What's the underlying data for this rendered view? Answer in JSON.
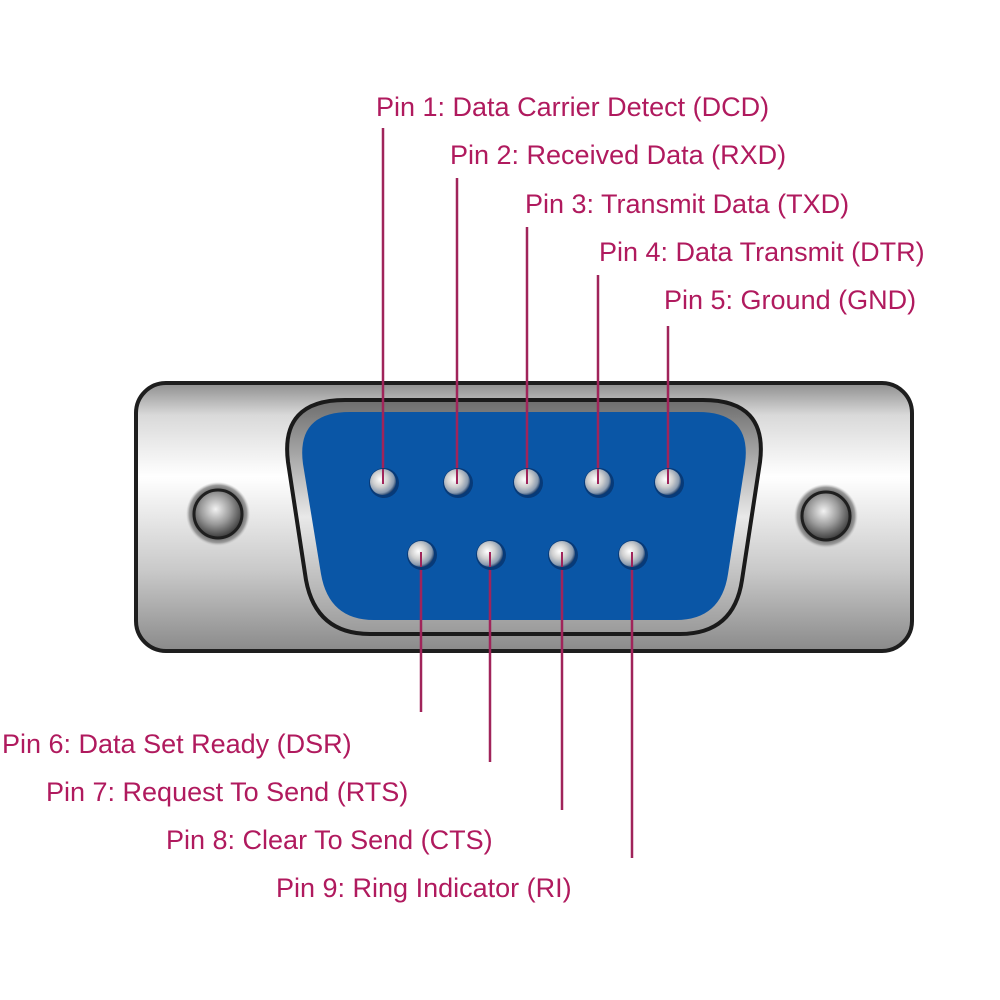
{
  "title": "DB9 Serial Connector Pinout",
  "colors": {
    "label": "#b01a5e",
    "leader_line": "#a0245a",
    "connector_face": "#0a56a6",
    "shell": "#d4d4d4"
  },
  "top_pins": [
    {
      "number": 1,
      "label": "Pin 1: Data Carrier Detect (DCD)"
    },
    {
      "number": 2,
      "label": "Pin 2: Received Data (RXD)"
    },
    {
      "number": 3,
      "label": "Pin 3: Transmit Data (TXD)"
    },
    {
      "number": 4,
      "label": "Pin 4: Data Transmit (DTR)"
    },
    {
      "number": 5,
      "label": "Pin 5: Ground (GND)"
    }
  ],
  "bottom_pins": [
    {
      "number": 6,
      "label": "Pin 6: Data Set Ready (DSR)"
    },
    {
      "number": 7,
      "label": "Pin 7: Request To Send (RTS)"
    },
    {
      "number": 8,
      "label": "Pin 8: Clear To Send (CTS)"
    },
    {
      "number": 9,
      "label": "Pin 9: Ring Indicator (RI)"
    }
  ]
}
